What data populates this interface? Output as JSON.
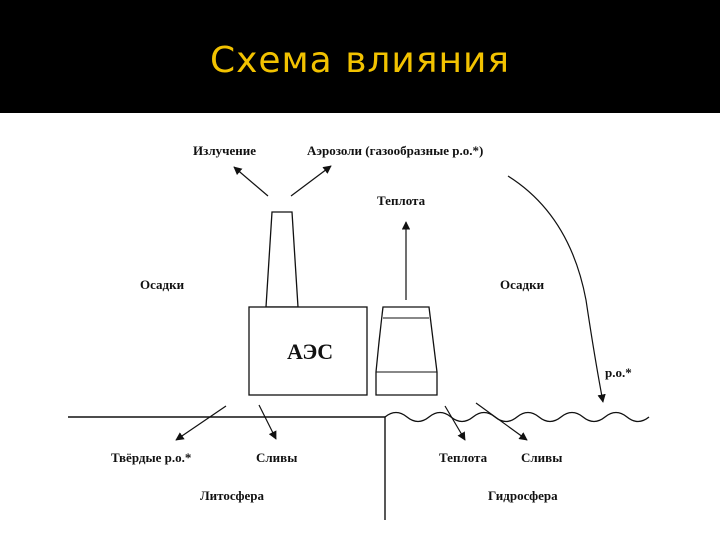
{
  "slide": {
    "title": "Схема влияния"
  },
  "labels": {
    "radiation": "Излучение",
    "aerosols": "Аэрозоли (газообразные  р.о.*)",
    "heat_top": "Теплота",
    "precip_left": "Осадки",
    "precip_right": "Осадки",
    "npp": "АЭС",
    "ro": "р.о.*",
    "solid_ro": "Твёрдые р.о.*",
    "discharges_left": "Сливы",
    "heat_bottom": "Теплота",
    "discharges_right": "Сливы",
    "lithosphere": "Литосфера",
    "hydrosphere": "Гидросфера"
  },
  "colors": {
    "title_bar": "#000000",
    "title_text": "#f2c200",
    "line": "#111111"
  }
}
